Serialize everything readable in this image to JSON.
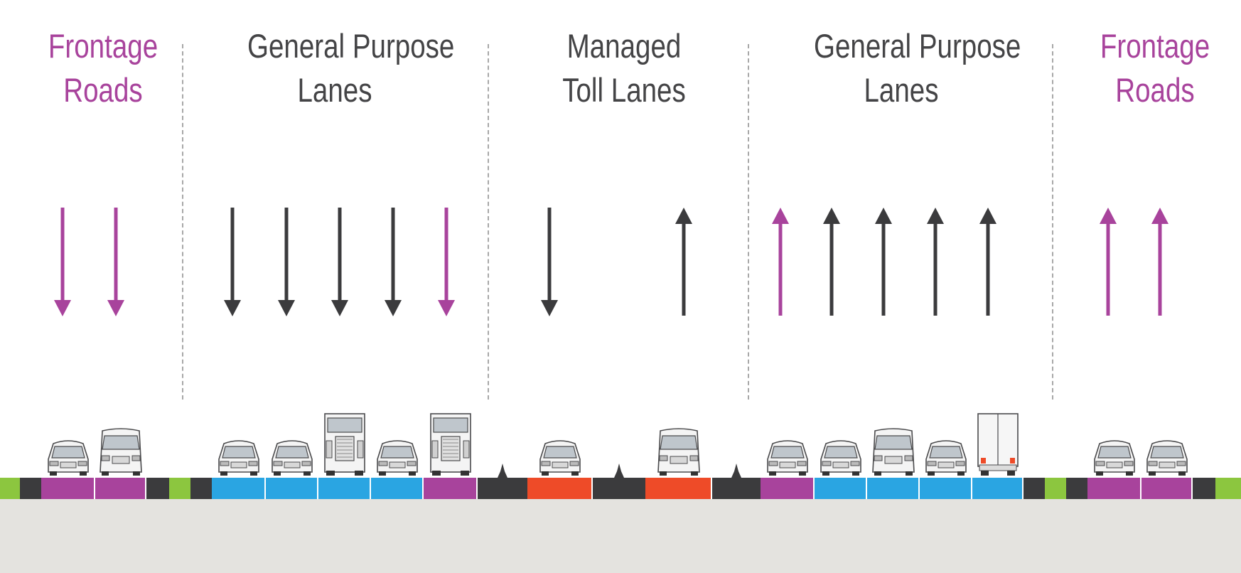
{
  "colors": {
    "frontage": "#a8439c",
    "general": "#2aa5e2",
    "toll": "#ee4b28",
    "dark": "#3b3b3d",
    "shoulder": "#8cc63f",
    "ground": "#e4e3df"
  },
  "sections": [
    {
      "id": "frontage-left",
      "line1": "Frontage",
      "line2": "Roads",
      "kind": "frontage"
    },
    {
      "id": "gp-southbound",
      "line1": "General Purpose",
      "line2": "Lanes",
      "kind": "general"
    },
    {
      "id": "managed",
      "line1": "Managed",
      "line2": "Toll Lanes",
      "kind": "toll"
    },
    {
      "id": "gp-northbound",
      "line1": "General Purpose",
      "line2": "Lanes",
      "kind": "general"
    },
    {
      "id": "frontage-right",
      "line1": "Frontage",
      "line2": "Roads",
      "kind": "frontage"
    }
  ],
  "arrows": [
    {
      "section": "frontage-left",
      "dir": "down",
      "color": "frontage"
    },
    {
      "section": "frontage-left",
      "dir": "down",
      "color": "frontage"
    },
    {
      "section": "gp-southbound",
      "dir": "down",
      "color": "dark"
    },
    {
      "section": "gp-southbound",
      "dir": "down",
      "color": "dark"
    },
    {
      "section": "gp-southbound",
      "dir": "down",
      "color": "dark"
    },
    {
      "section": "gp-southbound",
      "dir": "down",
      "color": "dark"
    },
    {
      "section": "gp-southbound",
      "dir": "down",
      "color": "frontage"
    },
    {
      "section": "managed",
      "dir": "down",
      "color": "dark"
    },
    {
      "section": "managed",
      "dir": "up",
      "color": "dark"
    },
    {
      "section": "gp-northbound",
      "dir": "up",
      "color": "frontage"
    },
    {
      "section": "gp-northbound",
      "dir": "up",
      "color": "dark"
    },
    {
      "section": "gp-northbound",
      "dir": "up",
      "color": "dark"
    },
    {
      "section": "gp-northbound",
      "dir": "up",
      "color": "dark"
    },
    {
      "section": "gp-northbound",
      "dir": "up",
      "color": "dark"
    },
    {
      "section": "frontage-right",
      "dir": "up",
      "color": "frontage"
    },
    {
      "section": "frontage-right",
      "dir": "up",
      "color": "frontage"
    }
  ],
  "roadway": [
    {
      "kind": "shoulder"
    },
    {
      "kind": "dark"
    },
    {
      "kind": "frontage",
      "vehicle": "car"
    },
    {
      "kind": "frontage",
      "vehicle": "van"
    },
    {
      "kind": "dark"
    },
    {
      "kind": "shoulder"
    },
    {
      "kind": "dark"
    },
    {
      "kind": "general",
      "vehicle": "car"
    },
    {
      "kind": "general",
      "vehicle": "car"
    },
    {
      "kind": "general",
      "vehicle": "semi"
    },
    {
      "kind": "general",
      "vehicle": "car"
    },
    {
      "kind": "frontage",
      "vehicle": "semi"
    },
    {
      "kind": "barrier"
    },
    {
      "kind": "toll",
      "vehicle": "car"
    },
    {
      "kind": "barrier"
    },
    {
      "kind": "toll",
      "vehicle": "van"
    },
    {
      "kind": "barrier"
    },
    {
      "kind": "frontage",
      "vehicle": "car"
    },
    {
      "kind": "general",
      "vehicle": "car"
    },
    {
      "kind": "general",
      "vehicle": "van"
    },
    {
      "kind": "general",
      "vehicle": "car"
    },
    {
      "kind": "general",
      "vehicle": "box-truck"
    },
    {
      "kind": "dark"
    },
    {
      "kind": "shoulder"
    },
    {
      "kind": "dark"
    },
    {
      "kind": "frontage",
      "vehicle": "car"
    },
    {
      "kind": "frontage",
      "vehicle": "car"
    },
    {
      "kind": "dark"
    },
    {
      "kind": "shoulder"
    }
  ]
}
